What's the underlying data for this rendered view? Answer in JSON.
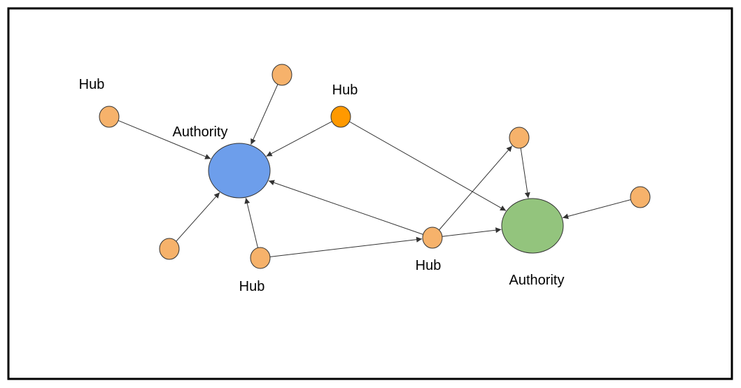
{
  "colors": {
    "hub_node": "#F6B26B",
    "highlight_hub_node": "#FF9900",
    "authority_blue": "#6D9EEB",
    "authority_green": "#93C47D",
    "edge": "#333333",
    "frame": "#000000"
  },
  "labels": {
    "hub_top_left": "Hub",
    "hub_top_center": "Hub",
    "hub_bottom_left": "Hub",
    "hub_bottom_center": "Hub",
    "authority_blue": "Authority",
    "authority_green": "Authority"
  },
  "edges": [
    {
      "from": "n-left",
      "to": "auth-blue"
    },
    {
      "from": "n-top",
      "to": "auth-blue"
    },
    {
      "from": "n-orange",
      "to": "auth-blue"
    },
    {
      "from": "n-orange",
      "to": "auth-green"
    },
    {
      "from": "n-bottom-left",
      "to": "auth-blue"
    },
    {
      "from": "n-bottom-hub",
      "to": "auth-blue"
    },
    {
      "from": "n-bottom-hub",
      "to": "n-mid-hub"
    },
    {
      "from": "n-mid-hub",
      "to": "auth-blue"
    },
    {
      "from": "n-mid-hub",
      "to": "n-upper-right"
    },
    {
      "from": "n-mid-hub",
      "to": "auth-green"
    },
    {
      "from": "n-upper-right",
      "to": "auth-green"
    },
    {
      "from": "n-far-right",
      "to": "auth-green"
    }
  ]
}
